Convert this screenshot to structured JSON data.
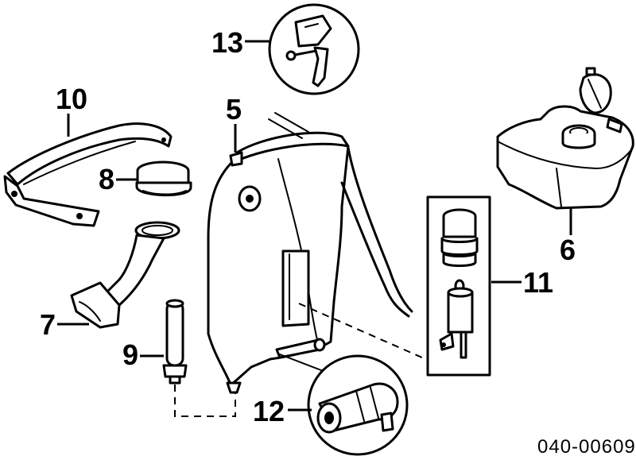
{
  "diagram": {
    "drawing_number": "040-00609",
    "callouts": {
      "c5": "5",
      "c6": "6",
      "c7": "7",
      "c8": "8",
      "c9": "9",
      "c10": "10",
      "c11": "11",
      "c12": "12",
      "c13": "13"
    }
  },
  "colors": {
    "ink": "#000000",
    "paper": "#ffffff"
  }
}
